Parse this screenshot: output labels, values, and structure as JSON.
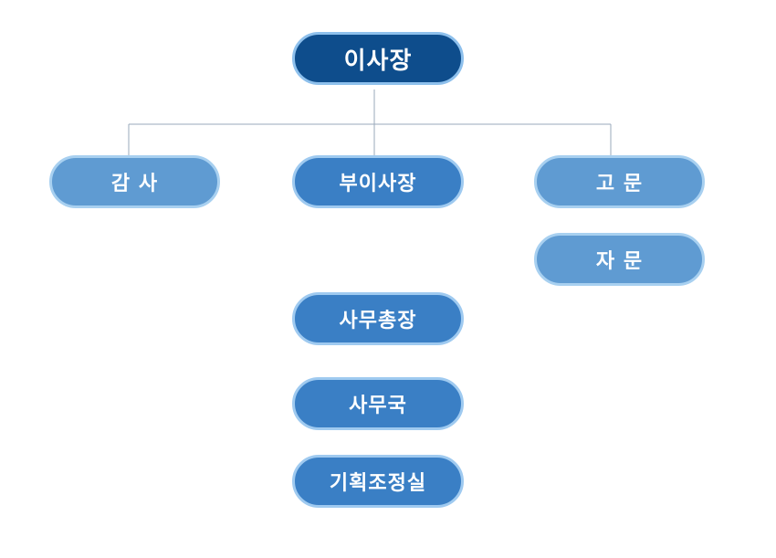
{
  "chairman": "이사장",
  "level2": {
    "auditor": "감 사",
    "vice_chairman": "부이사장",
    "advisor": "고 문"
  },
  "consultant": "자 문",
  "secretary_general": "사무총장",
  "secretariat": "사무국",
  "planning_office": "기획조정실",
  "colors": {
    "top": "#0e4d8c",
    "main": "#3a7fc5",
    "side": "#5f9bd2",
    "connector": "#9aaabb"
  }
}
